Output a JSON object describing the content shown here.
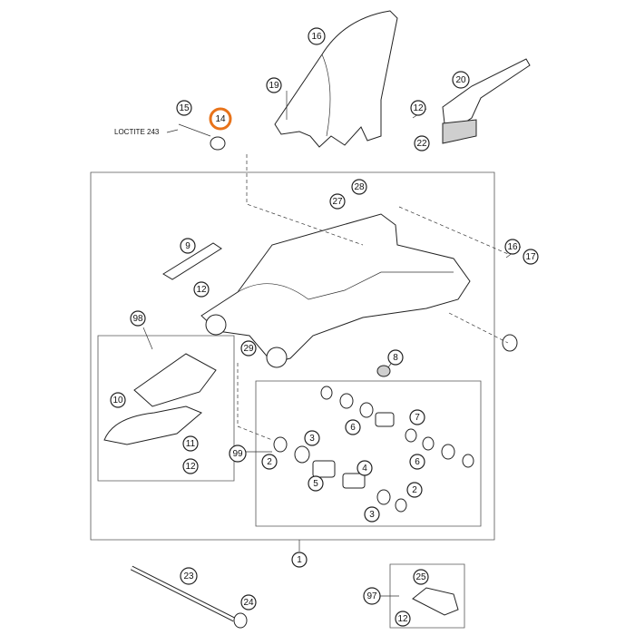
{
  "diagram": {
    "note_loctite": "LOCTITE 243",
    "highlight_color": "#e8731a",
    "callouts": [
      {
        "id": "c16a",
        "label": "16"
      },
      {
        "id": "c19",
        "label": "19"
      },
      {
        "id": "c20",
        "label": "20"
      },
      {
        "id": "c15",
        "label": "15"
      },
      {
        "id": "c14",
        "label": "14",
        "highlight": true
      },
      {
        "id": "c12a",
        "label": "12"
      },
      {
        "id": "c22",
        "label": "22"
      },
      {
        "id": "c28",
        "label": "28"
      },
      {
        "id": "c27",
        "label": "27"
      },
      {
        "id": "c9",
        "label": "9"
      },
      {
        "id": "c16b",
        "label": "16"
      },
      {
        "id": "c17",
        "label": "17"
      },
      {
        "id": "c12b",
        "label": "12"
      },
      {
        "id": "c98",
        "label": "98"
      },
      {
        "id": "c29",
        "label": "29"
      },
      {
        "id": "c8",
        "label": "8"
      },
      {
        "id": "c10",
        "label": "10"
      },
      {
        "id": "c6a",
        "label": "6"
      },
      {
        "id": "c7",
        "label": "7"
      },
      {
        "id": "c3a",
        "label": "3"
      },
      {
        "id": "c11",
        "label": "11"
      },
      {
        "id": "c99",
        "label": "99"
      },
      {
        "id": "c2a",
        "label": "2"
      },
      {
        "id": "c6b",
        "label": "6"
      },
      {
        "id": "c4",
        "label": "4"
      },
      {
        "id": "c12c",
        "label": "12"
      },
      {
        "id": "c5",
        "label": "5"
      },
      {
        "id": "c2b",
        "label": "2"
      },
      {
        "id": "c3b",
        "label": "3"
      },
      {
        "id": "c1",
        "label": "1"
      },
      {
        "id": "c23",
        "label": "23"
      },
      {
        "id": "c25",
        "label": "25"
      },
      {
        "id": "c97",
        "label": "97"
      },
      {
        "id": "c24",
        "label": "24"
      },
      {
        "id": "c12d",
        "label": "12"
      }
    ]
  }
}
